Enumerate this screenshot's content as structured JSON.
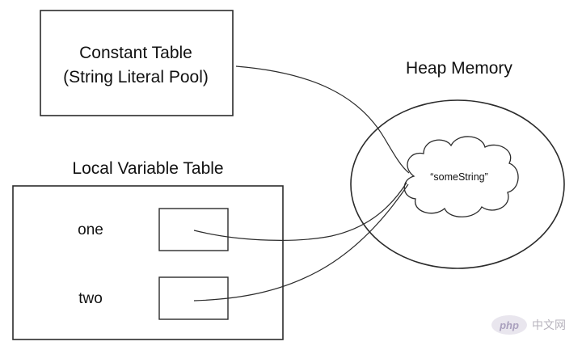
{
  "constant_table": {
    "title_line1": "Constant Table",
    "title_line2": "(String Literal Pool)"
  },
  "local_variable_table": {
    "title": "Local Variable Table",
    "vars": [
      {
        "name": "one"
      },
      {
        "name": "two"
      }
    ]
  },
  "heap": {
    "title": "Heap Memory",
    "object_label": "“someString”"
  },
  "watermark": {
    "logo": "php",
    "text": "中文网"
  }
}
